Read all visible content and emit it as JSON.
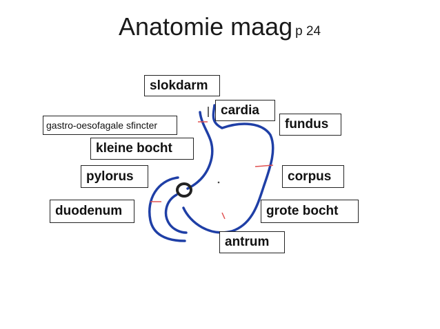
{
  "title": {
    "main": "Anatomie maag",
    "page_ref": "p 24"
  },
  "labels": {
    "slokdarm": "slokdarm",
    "cardia": "cardia",
    "fundus": "fundus",
    "gastro": "gastro-oesofagale sfincter",
    "kleine_bocht": "kleine bocht",
    "pylorus": "pylorus",
    "corpus": "corpus",
    "duodenum": "duodenum",
    "grote_bocht": "grote bocht",
    "antrum": "antrum"
  },
  "colors": {
    "stomach_outline": "#1f3fa6",
    "marker": "#e05050",
    "sphincter": "#222222"
  }
}
